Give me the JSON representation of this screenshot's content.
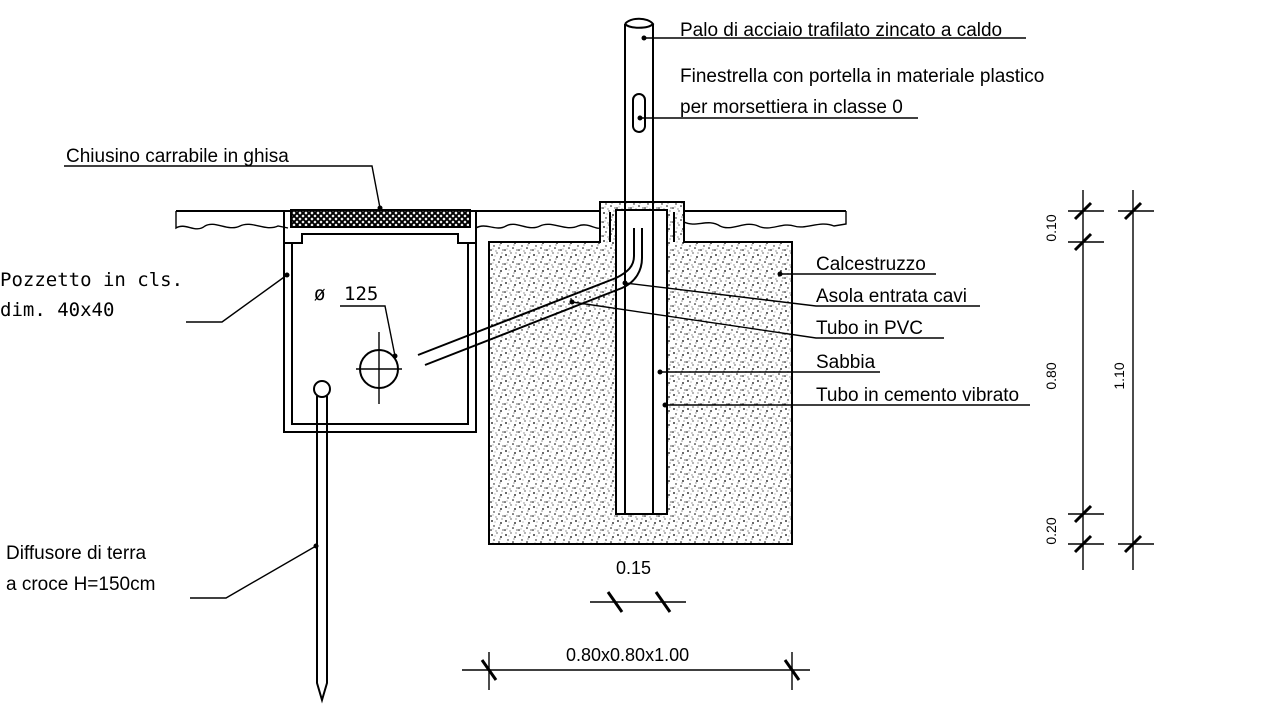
{
  "labels": {
    "pole": "Palo di acciaio trafilato zincato a caldo",
    "window_line1": "Finestrella con portella in materiale plastico",
    "window_line2": "per morsettiera in classe 0",
    "manhole_cover": "Chiusino carrabile in ghisa",
    "pit_line1": "Pozzetto  in  cls.",
    "pit_line2": "dim.  40x40",
    "pipe_diameter_symbol": "ø",
    "pipe_diameter": "125",
    "concrete": "Calcestruzzo",
    "cable_slot": "Asola entrata cavi",
    "pvc_pipe": "Tubo in PVC",
    "sand": "Sabbia",
    "cement_pipe": "Tubo in cemento vibrato",
    "earth_line1": "Diffusore di terra",
    "earth_line2": "a croce H=150cm"
  },
  "dimensions": {
    "pole_gap": "0.15",
    "foundation": "0.80x0.80x1.00",
    "top_collar": "0.10",
    "embed_depth": "0.80",
    "base_sand": "0.20",
    "total_depth": "1.10"
  },
  "colors": {
    "line": "#000000",
    "background": "#ffffff",
    "speckle": "#000000"
  }
}
